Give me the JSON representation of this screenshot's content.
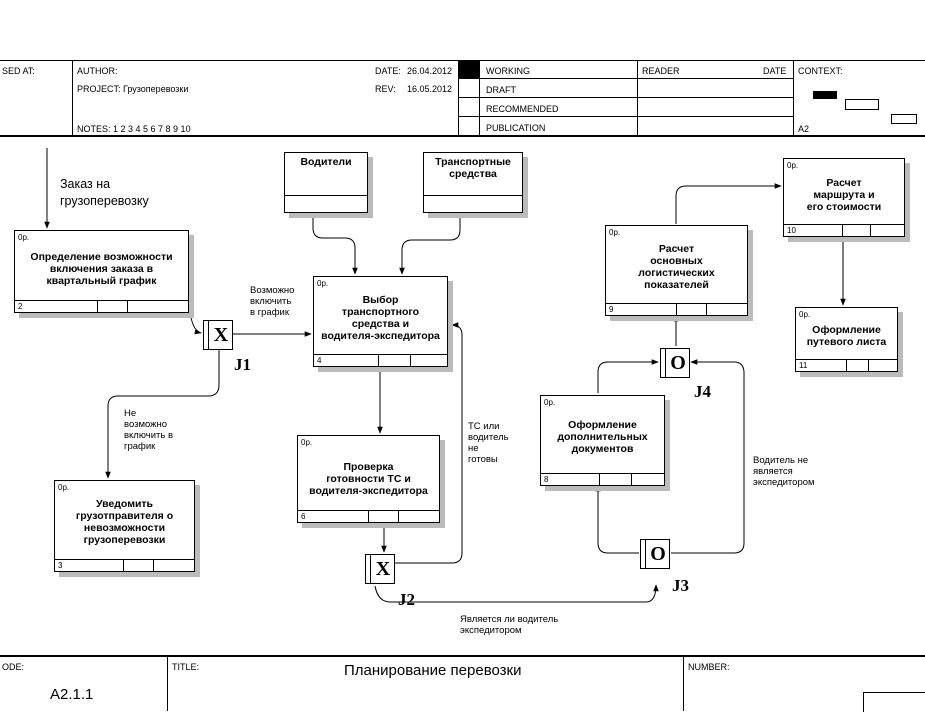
{
  "header": {
    "used_at": "SED AT:",
    "author_label": "AUTHOR:",
    "project_label": "PROJECT:",
    "project_value": "Грузоперевозки",
    "notes": "NOTES:  1  2  3  4  5  6  7  8  9  10",
    "date_label": "DATE:",
    "date_value": "26.04.2012",
    "rev_label": "REV:",
    "rev_value": "16.05.2012",
    "status": [
      "WORKING",
      "DRAFT",
      "RECOMMENDED",
      "PUBLICATION"
    ],
    "reader_label": "READER",
    "reader_date_label": "DATE",
    "context_label": "CONTEXT:",
    "context_node": "A2"
  },
  "footer": {
    "node_label": "ODE:",
    "node_value": "A2.1.1",
    "title_label": "TITLE:",
    "title_value": "Планирование  перевозки",
    "number_label": "NUMBER:"
  },
  "boxes": [
    {
      "id": "b2",
      "op": "0р.",
      "lines": [
        "Определение возможности",
        "включения заказа в",
        "квартальный график"
      ],
      "num": "2"
    },
    {
      "id": "b3",
      "op": "0р.",
      "lines": [
        "Уведомить",
        "грузотправителя о",
        "невозможности",
        "грузоперевозки"
      ],
      "num": "3"
    },
    {
      "id": "b4",
      "op": "0р.",
      "lines": [
        "Выбор",
        "транспортного",
        "средства и",
        "водителя-экспедитора"
      ],
      "num": "4"
    },
    {
      "id": "b6",
      "op": "0р.",
      "lines": [
        "Проверка",
        "готовности ТС и",
        "водителя-экспедитора"
      ],
      "num": "6"
    },
    {
      "id": "b8",
      "op": "0р.",
      "lines": [
        "Оформление",
        "дополнительных",
        "документов"
      ],
      "num": "8"
    },
    {
      "id": "b9",
      "op": "0р.",
      "lines": [
        "Расчет",
        "основных",
        "логистических",
        "показателей"
      ],
      "num": "9"
    },
    {
      "id": "b10",
      "op": "0р.",
      "lines": [
        "Расчет",
        "маршрута и",
        "его стоимости"
      ],
      "num": "10"
    },
    {
      "id": "b11",
      "op": "0р.",
      "lines": [
        "Оформление",
        "путевого листа"
      ],
      "num": "11"
    }
  ],
  "tunnels": [
    {
      "id": "t1",
      "lines": [
        "Водители"
      ]
    },
    {
      "id": "t2",
      "lines": [
        "Транспортные",
        "средства"
      ]
    }
  ],
  "junctions": [
    {
      "id": "J1",
      "type": "X"
    },
    {
      "id": "J2",
      "type": "X"
    },
    {
      "id": "J3",
      "type": "O"
    },
    {
      "id": "J4",
      "type": "O"
    }
  ],
  "arrow_labels": {
    "order": [
      "Заказ на",
      "грузоперевозку"
    ],
    "possible": [
      "Возможно",
      "включить",
      "в график"
    ],
    "impossible": [
      "Не",
      "возможно",
      "включить в",
      "график"
    ],
    "not_ready": [
      "ТС или",
      "водитель",
      "не",
      "готовы"
    ],
    "not_expeditor": [
      "Водитель не",
      "является",
      "экспедитором"
    ],
    "is_expeditor": [
      "Является ли водитель",
      "экспедитором"
    ]
  }
}
